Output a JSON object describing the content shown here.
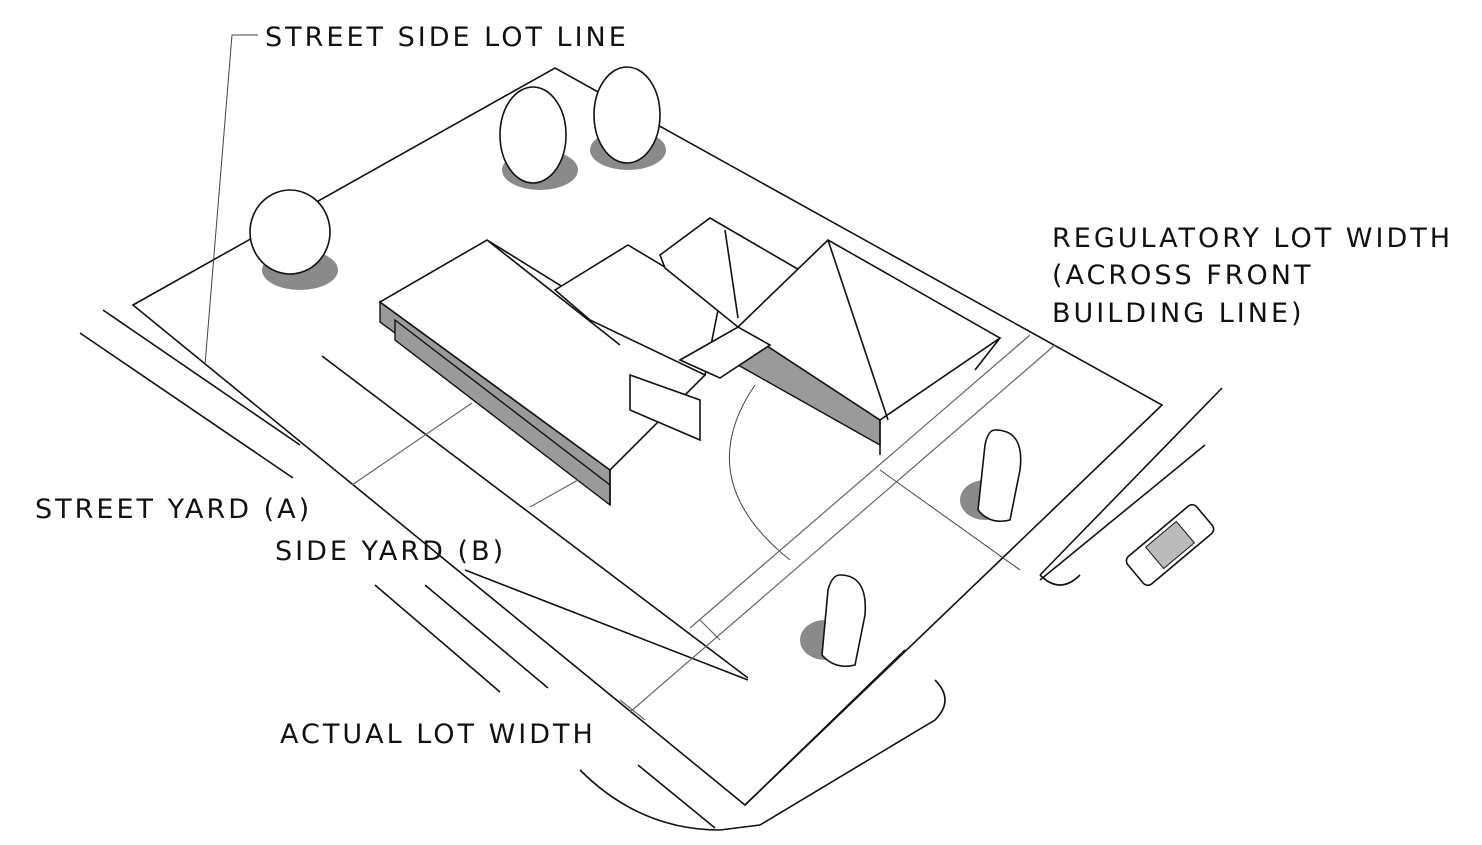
{
  "labels": {
    "street_side_lot_line": "STREET SIDE LOT LINE",
    "regulatory_lot_width": [
      "REGULATORY LOT WIDTH",
      "(ACROSS FRONT",
      "BUILDING LINE)"
    ],
    "street_yard": "STREET YARD (A)",
    "side_yard": "SIDE YARD (B)",
    "actual_lot_width": "ACTUAL LOT WIDTH"
  },
  "colors": {
    "line": "#111111",
    "shade": "#9a9a9a"
  }
}
